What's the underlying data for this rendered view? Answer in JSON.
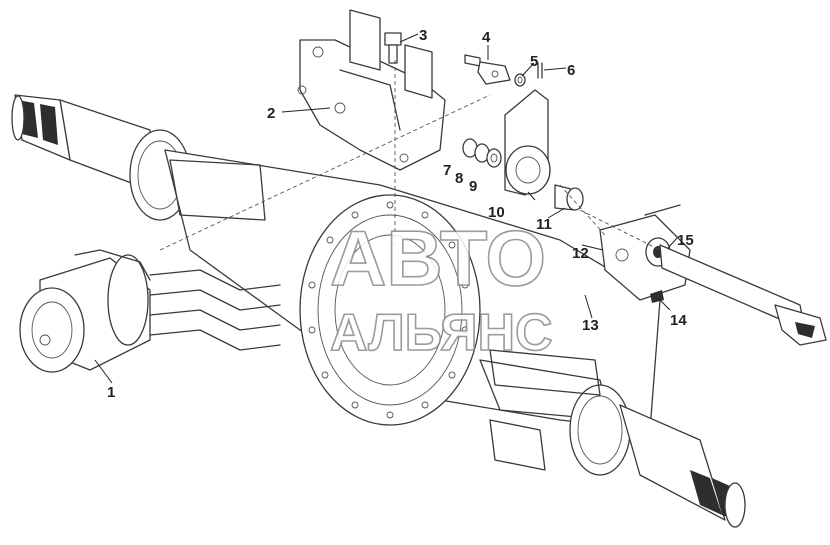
{
  "watermark": {
    "line1": "АВТО",
    "line2": "АЛЬЯНС"
  },
  "callouts": [
    {
      "id": "1",
      "label": "1"
    },
    {
      "id": "2",
      "label": "2"
    },
    {
      "id": "3",
      "label": "3"
    },
    {
      "id": "4",
      "label": "4"
    },
    {
      "id": "5",
      "label": "5"
    },
    {
      "id": "6",
      "label": "6"
    },
    {
      "id": "7",
      "label": "7"
    },
    {
      "id": "8",
      "label": "8"
    },
    {
      "id": "9",
      "label": "9"
    },
    {
      "id": "10",
      "label": "10"
    },
    {
      "id": "11",
      "label": "11"
    },
    {
      "id": "12",
      "label": "12"
    },
    {
      "id": "13",
      "label": "13"
    },
    {
      "id": "14",
      "label": "14"
    },
    {
      "id": "15",
      "label": "15"
    }
  ]
}
